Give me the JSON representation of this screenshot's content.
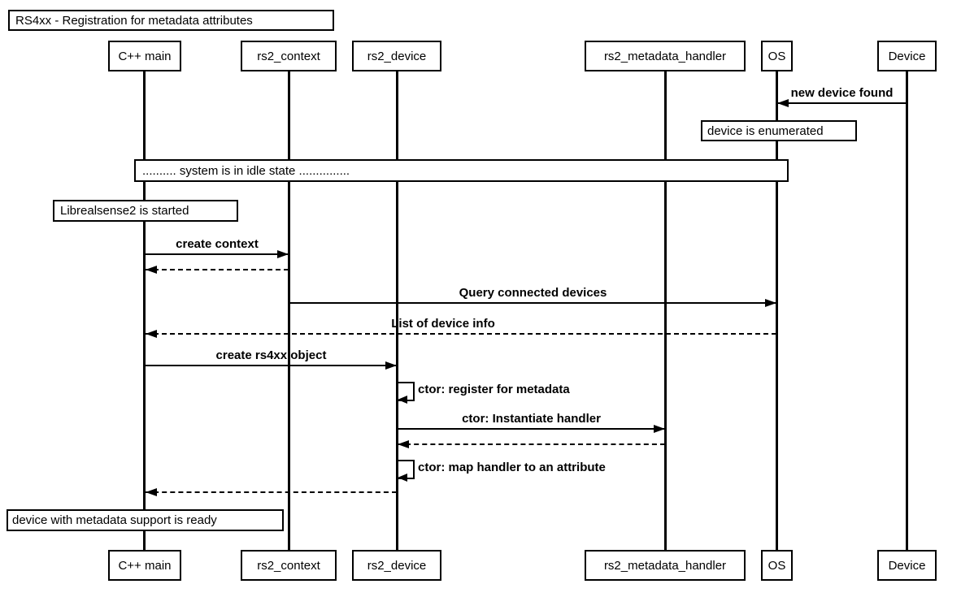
{
  "diagram": {
    "title": "RS4xx - Registration for metadata attributes",
    "participants": [
      {
        "id": "cpp-main",
        "label": "C++ main"
      },
      {
        "id": "rs2-context",
        "label": "rs2_context"
      },
      {
        "id": "rs2-device",
        "label": "rs2_device"
      },
      {
        "id": "rs2-metadata-handler",
        "label": "rs2_metadata_handler"
      },
      {
        "id": "os",
        "label": "OS"
      },
      {
        "id": "device",
        "label": "Device"
      }
    ],
    "notes": [
      {
        "id": "device-enumerated",
        "label": "device is enumerated"
      },
      {
        "id": "idle-state",
        "label": ".......... system is in idle state ..............."
      },
      {
        "id": "librealsense-started",
        "label": "Librealsense2 is started"
      },
      {
        "id": "device-ready",
        "label": "device with metadata support is ready"
      }
    ],
    "messages": [
      {
        "id": "new-device-found",
        "label": "new device found",
        "from": "Device",
        "to": "OS",
        "style": "solid"
      },
      {
        "id": "create-context",
        "label": "create context",
        "from": "C++ main",
        "to": "rs2_context",
        "style": "solid"
      },
      {
        "id": "return-context",
        "label": "",
        "from": "rs2_context",
        "to": "C++ main",
        "style": "dashed"
      },
      {
        "id": "query-connected-devices",
        "label": "Query connected devices",
        "from": "rs2_context",
        "to": "OS",
        "style": "solid"
      },
      {
        "id": "list-of-device-info",
        "label": "List of device info",
        "from": "OS",
        "to": "C++ main",
        "style": "dashed"
      },
      {
        "id": "create-rs4xx-object",
        "label": "create rs4xx object",
        "from": "C++ main",
        "to": "rs2_device",
        "style": "solid"
      },
      {
        "id": "ctor-register-for-metadata",
        "label": "ctor: register for metadata",
        "from": "rs2_device",
        "to": "rs2_device",
        "style": "self"
      },
      {
        "id": "ctor-instantiate-handler",
        "label": "ctor: Instantiate handler",
        "from": "rs2_device",
        "to": "rs2_metadata_handler",
        "style": "solid"
      },
      {
        "id": "return-handler",
        "label": "",
        "from": "rs2_metadata_handler",
        "to": "rs2_device",
        "style": "dashed"
      },
      {
        "id": "ctor-map-handler-to-attribute",
        "label": "ctor: map handler to an attribute",
        "from": "rs2_device",
        "to": "rs2_device",
        "style": "self"
      },
      {
        "id": "return-device-ready",
        "label": "",
        "from": "rs2_device",
        "to": "C++ main",
        "style": "dashed"
      }
    ],
    "colors": {
      "line": "#000000",
      "background": "#ffffff"
    }
  }
}
